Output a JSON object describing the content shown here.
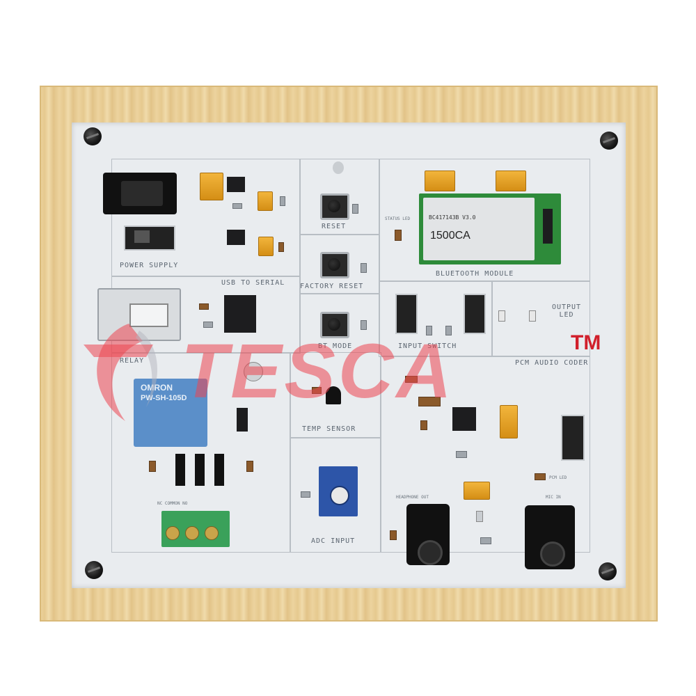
{
  "watermark": {
    "brand": "TESCA",
    "trademark": "TM"
  },
  "board": {
    "sections": {
      "power_supply": "POWER SUPPLY",
      "usb_to_serial": "USB TO SERIAL",
      "reset": "RESET",
      "factory_reset": "FACTORY RESET",
      "bt_mode": "BT MODE",
      "bluetooth_module": "BLUETOOTH MODULE",
      "input_switch": "INPUT SWITCH",
      "output_led": "OUTPUT LED",
      "relay": "RELAY",
      "temp_sensor": "TEMP SENSOR",
      "adc_input": "ADC INPUT",
      "pcm_audio_coder": "PCM AUDIO CODER"
    },
    "small_labels": {
      "headphone_out": "HEADPHONE OUT",
      "mic_in": "MIC IN",
      "status_led": "STATUS LED",
      "nc_common_no": "NC COMMON NO",
      "pcm_led": "PCM LED"
    },
    "module": {
      "line1": "BC417143B V3.0",
      "line2": "1500CA"
    },
    "relay_text": {
      "brand": "OMRON",
      "model": "PW-SH-105D"
    }
  },
  "colors": {
    "frame": "#ecd39e",
    "panel": "#e9ecef",
    "relay": "#5b8fc9",
    "terminal": "#3aa15a",
    "pot": "#2d55a8",
    "module_pcb": "#2e8b3a"
  }
}
